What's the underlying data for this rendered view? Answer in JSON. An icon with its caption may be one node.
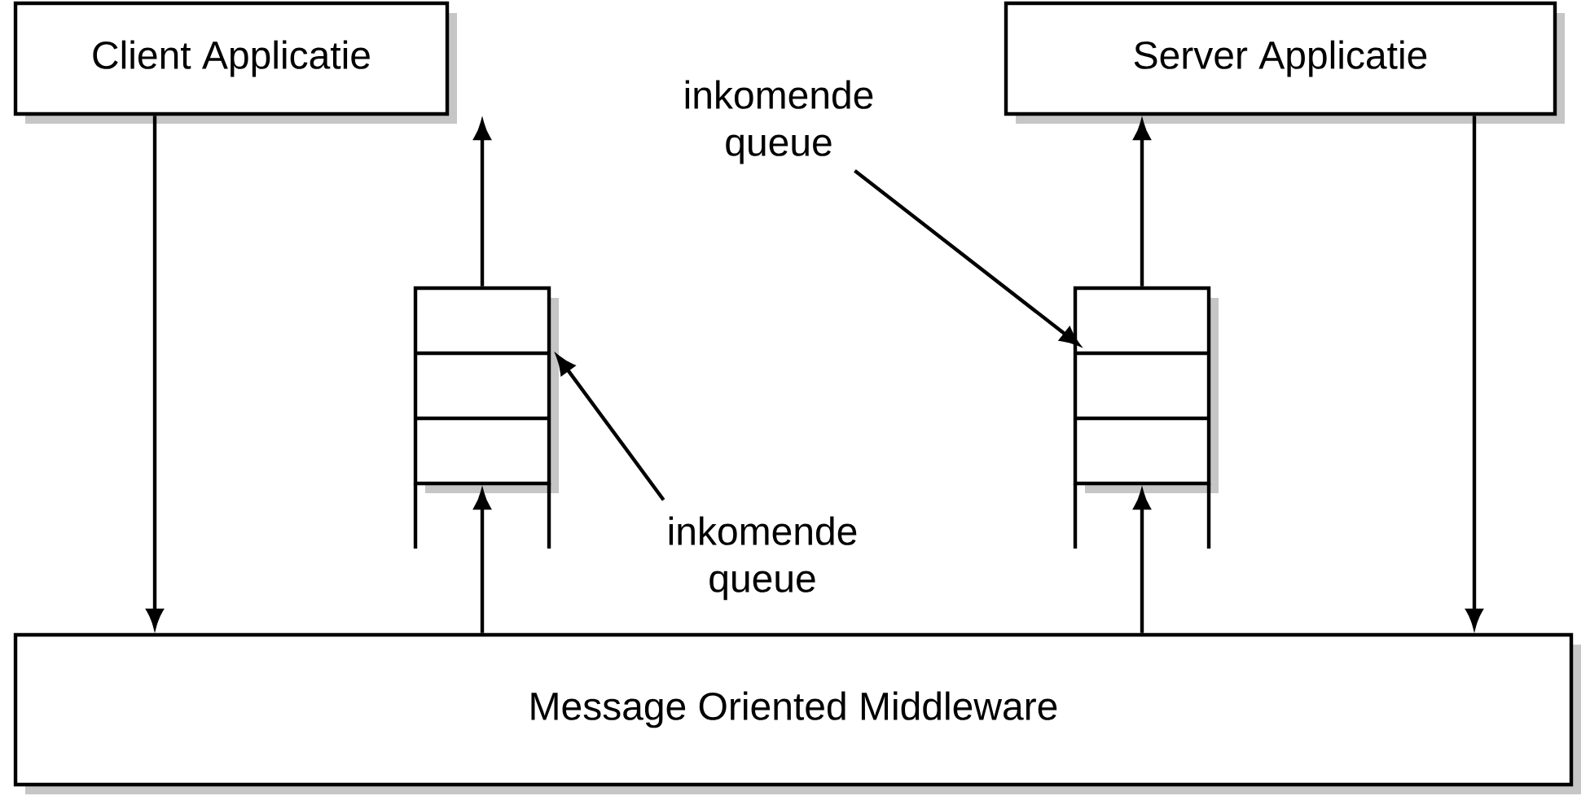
{
  "diagram": {
    "nodes": [
      {
        "text": [
          "Client Applicatie"
        ]
      },
      {
        "text": [
          "Server Applicatie"
        ]
      },
      {
        "text": [
          "Message Oriented Middleware"
        ]
      },
      {
        "text": [],
        "shape": "box"
      },
      {
        "text": [],
        "shape": "box"
      },
      {
        "text": [
          "inkomende queue"
        ]
      },
      {
        "text": [
          "inkomende queue"
        ]
      }
    ],
    "edges": [
      {
        "from": 0,
        "to": 2,
        "arrow": "to"
      },
      {
        "from": 2,
        "to": 3,
        "arrow": "to"
      },
      {
        "from": 3,
        "to": 0,
        "arrow": "to"
      },
      {
        "from": 2,
        "to": 4,
        "arrow": "to"
      },
      {
        "from": 4,
        "to": 1,
        "arrow": "to"
      },
      {
        "from": 1,
        "to": 2,
        "arrow": "to"
      },
      {
        "from": 5,
        "to": 3,
        "arrow": "to"
      },
      {
        "from": 6,
        "to": 4,
        "arrow": "to"
      }
    ]
  }
}
